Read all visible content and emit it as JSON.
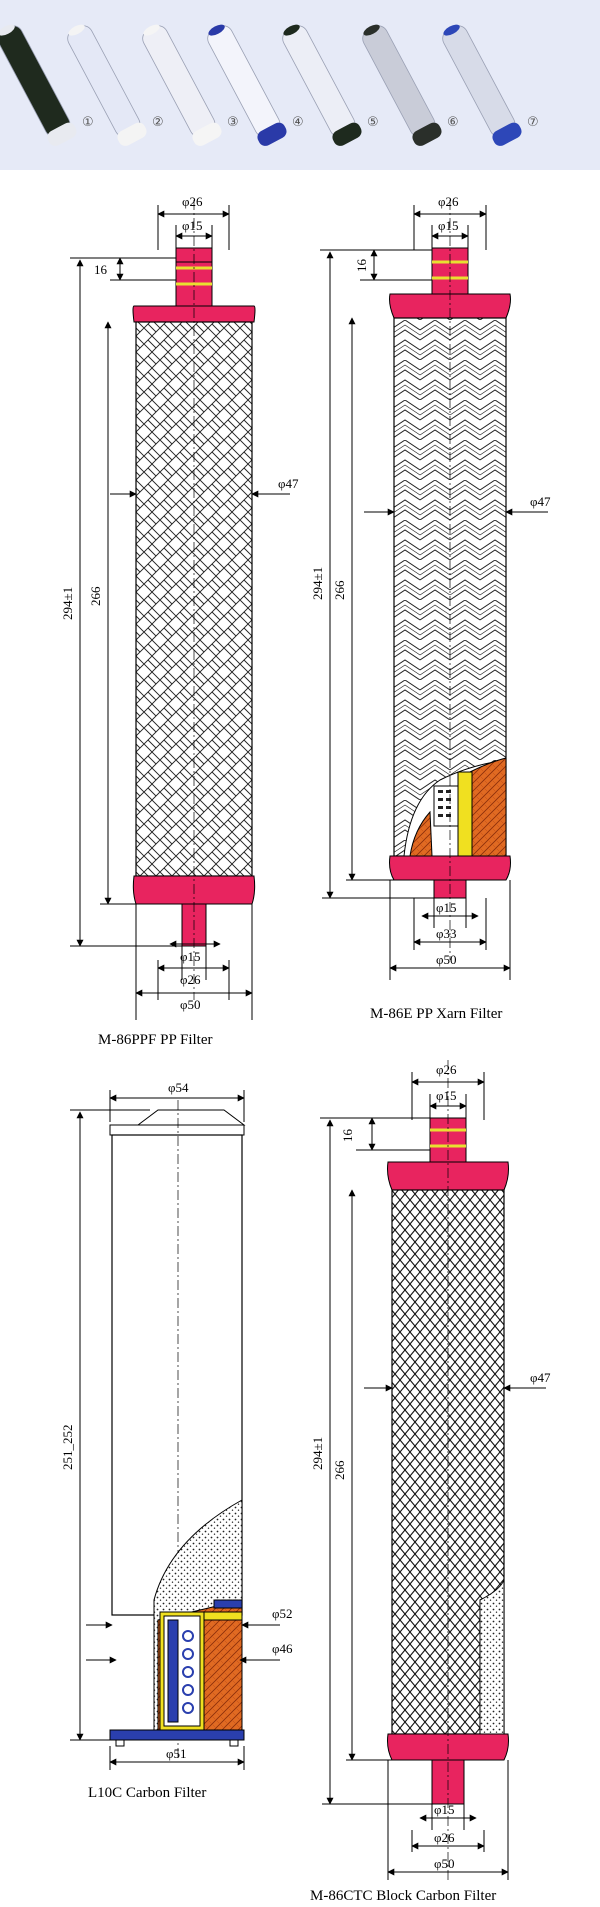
{
  "photo_strip": {
    "numbers": [
      "①",
      "②",
      "③",
      "④",
      "⑤",
      "⑥",
      "⑦"
    ],
    "cartridges": [
      {
        "body": "#1f2a1e",
        "cap": "#e8eaf0"
      },
      {
        "body": "#e4e8f6",
        "cap": "#f4f4f4"
      },
      {
        "body": "#eeeff6",
        "cap": "#f5f5f5"
      },
      {
        "body": "#f3f4fb",
        "cap": "#2a3aa8"
      },
      {
        "body": "#eceef6",
        "cap": "#1e2a1e"
      },
      {
        "body": "#c9ccd8",
        "cap": "#2a2f2a"
      },
      {
        "body": "#d7dbe8",
        "cap": "#2d47b8"
      }
    ]
  },
  "colors": {
    "end_cap": "#e8245f",
    "carbon": "#e06a22",
    "cutaway_frame": "#f0e020",
    "base": "#2a3fae"
  },
  "filters": [
    {
      "caption": "M-86PPF PP Filter",
      "dims": {
        "top_outer": "φ26",
        "top_inner": "φ15",
        "neck": "16",
        "body_dia": "φ47",
        "overall": "294±1",
        "body_len": "266",
        "bot_inner": "φ15",
        "bot_mid": "φ26",
        "bot_outer": "φ50"
      }
    },
    {
      "caption": "M-86E PP Xarn Filter",
      "dims": {
        "top_outer": "φ26",
        "top_inner": "φ15",
        "neck": "16",
        "body_dia": "φ47",
        "overall": "294±1",
        "body_len": "266",
        "bot_inner": "φ15",
        "bot_mid": "φ33",
        "bot_outer": "φ50"
      }
    },
    {
      "caption": "L10C Carbon Filter",
      "dims": {
        "top": "φ54",
        "length": "251_252",
        "d1": "φ52",
        "d2": "φ46",
        "base": "φ51"
      }
    },
    {
      "caption": "M-86CTC Block Carbon Filter",
      "dims": {
        "top_outer": "φ26",
        "top_inner": "φ15",
        "neck": "16",
        "body_dia": "φ47",
        "overall": "294±1",
        "body_len": "266",
        "bot_inner": "φ15",
        "bot_mid": "φ26",
        "bot_outer": "φ50"
      }
    }
  ]
}
